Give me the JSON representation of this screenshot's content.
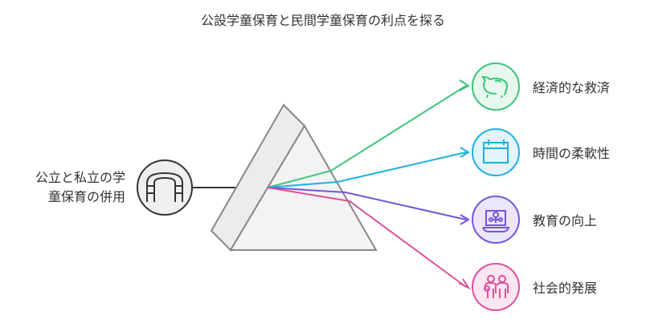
{
  "title": "公設学童保育と民間学童保育の利点を探る",
  "source": {
    "line1": "公立と私立の学",
    "line2": "童保育の併用",
    "icon": "playground-ladder-icon"
  },
  "outputs": [
    {
      "label": "経済的な救済",
      "icon": "piggy-bank-icon",
      "color": "#3cc47c",
      "fill": "#e8f8ef"
    },
    {
      "label": "時間の柔軟性",
      "icon": "calendar-icon",
      "color": "#1fb0e0",
      "fill": "#e3f5fc"
    },
    {
      "label": "教育の向上",
      "icon": "online-class-icon",
      "color": "#7356dc",
      "fill": "#ebe6fb"
    },
    {
      "label": "社会的発展",
      "icon": "people-icon",
      "color": "#d9529c",
      "fill": "#fbe6f2"
    }
  ]
}
